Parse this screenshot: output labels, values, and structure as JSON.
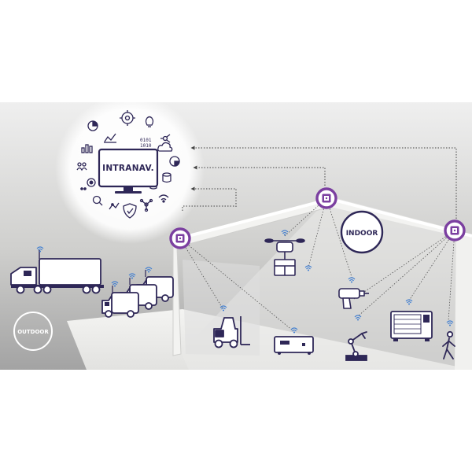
{
  "brand": {
    "logo_text": "INTRANAV."
  },
  "zones": {
    "outdoor_label": "OUTDOOR",
    "indoor_label": "INDOOR"
  },
  "colors": {
    "accent": "#7b3fa0",
    "outline": "#2e2757",
    "signal": "#3b7bd0",
    "background_top": "#ececec",
    "background_bottom": "#9b9b9b"
  },
  "icons": {
    "anchors": [
      "anchor-icon",
      "anchor-icon",
      "anchor-icon"
    ],
    "outdoor_assets": [
      "truck-icon",
      "van-icon",
      "van-icon",
      "van-icon"
    ],
    "indoor_assets": [
      "forklift-icon",
      "drone-package-icon",
      "container-box-icon",
      "power-drill-icon",
      "robot-arm-icon",
      "machine-icon",
      "person-walking-icon"
    ],
    "analytics": [
      "gear-icon",
      "cloud-icon",
      "chart-icon",
      "pie-chart-icon",
      "shield-icon",
      "database-icon",
      "binary-code-icon",
      "lightbulb-icon",
      "wifi-icon",
      "monitor-icon"
    ]
  }
}
